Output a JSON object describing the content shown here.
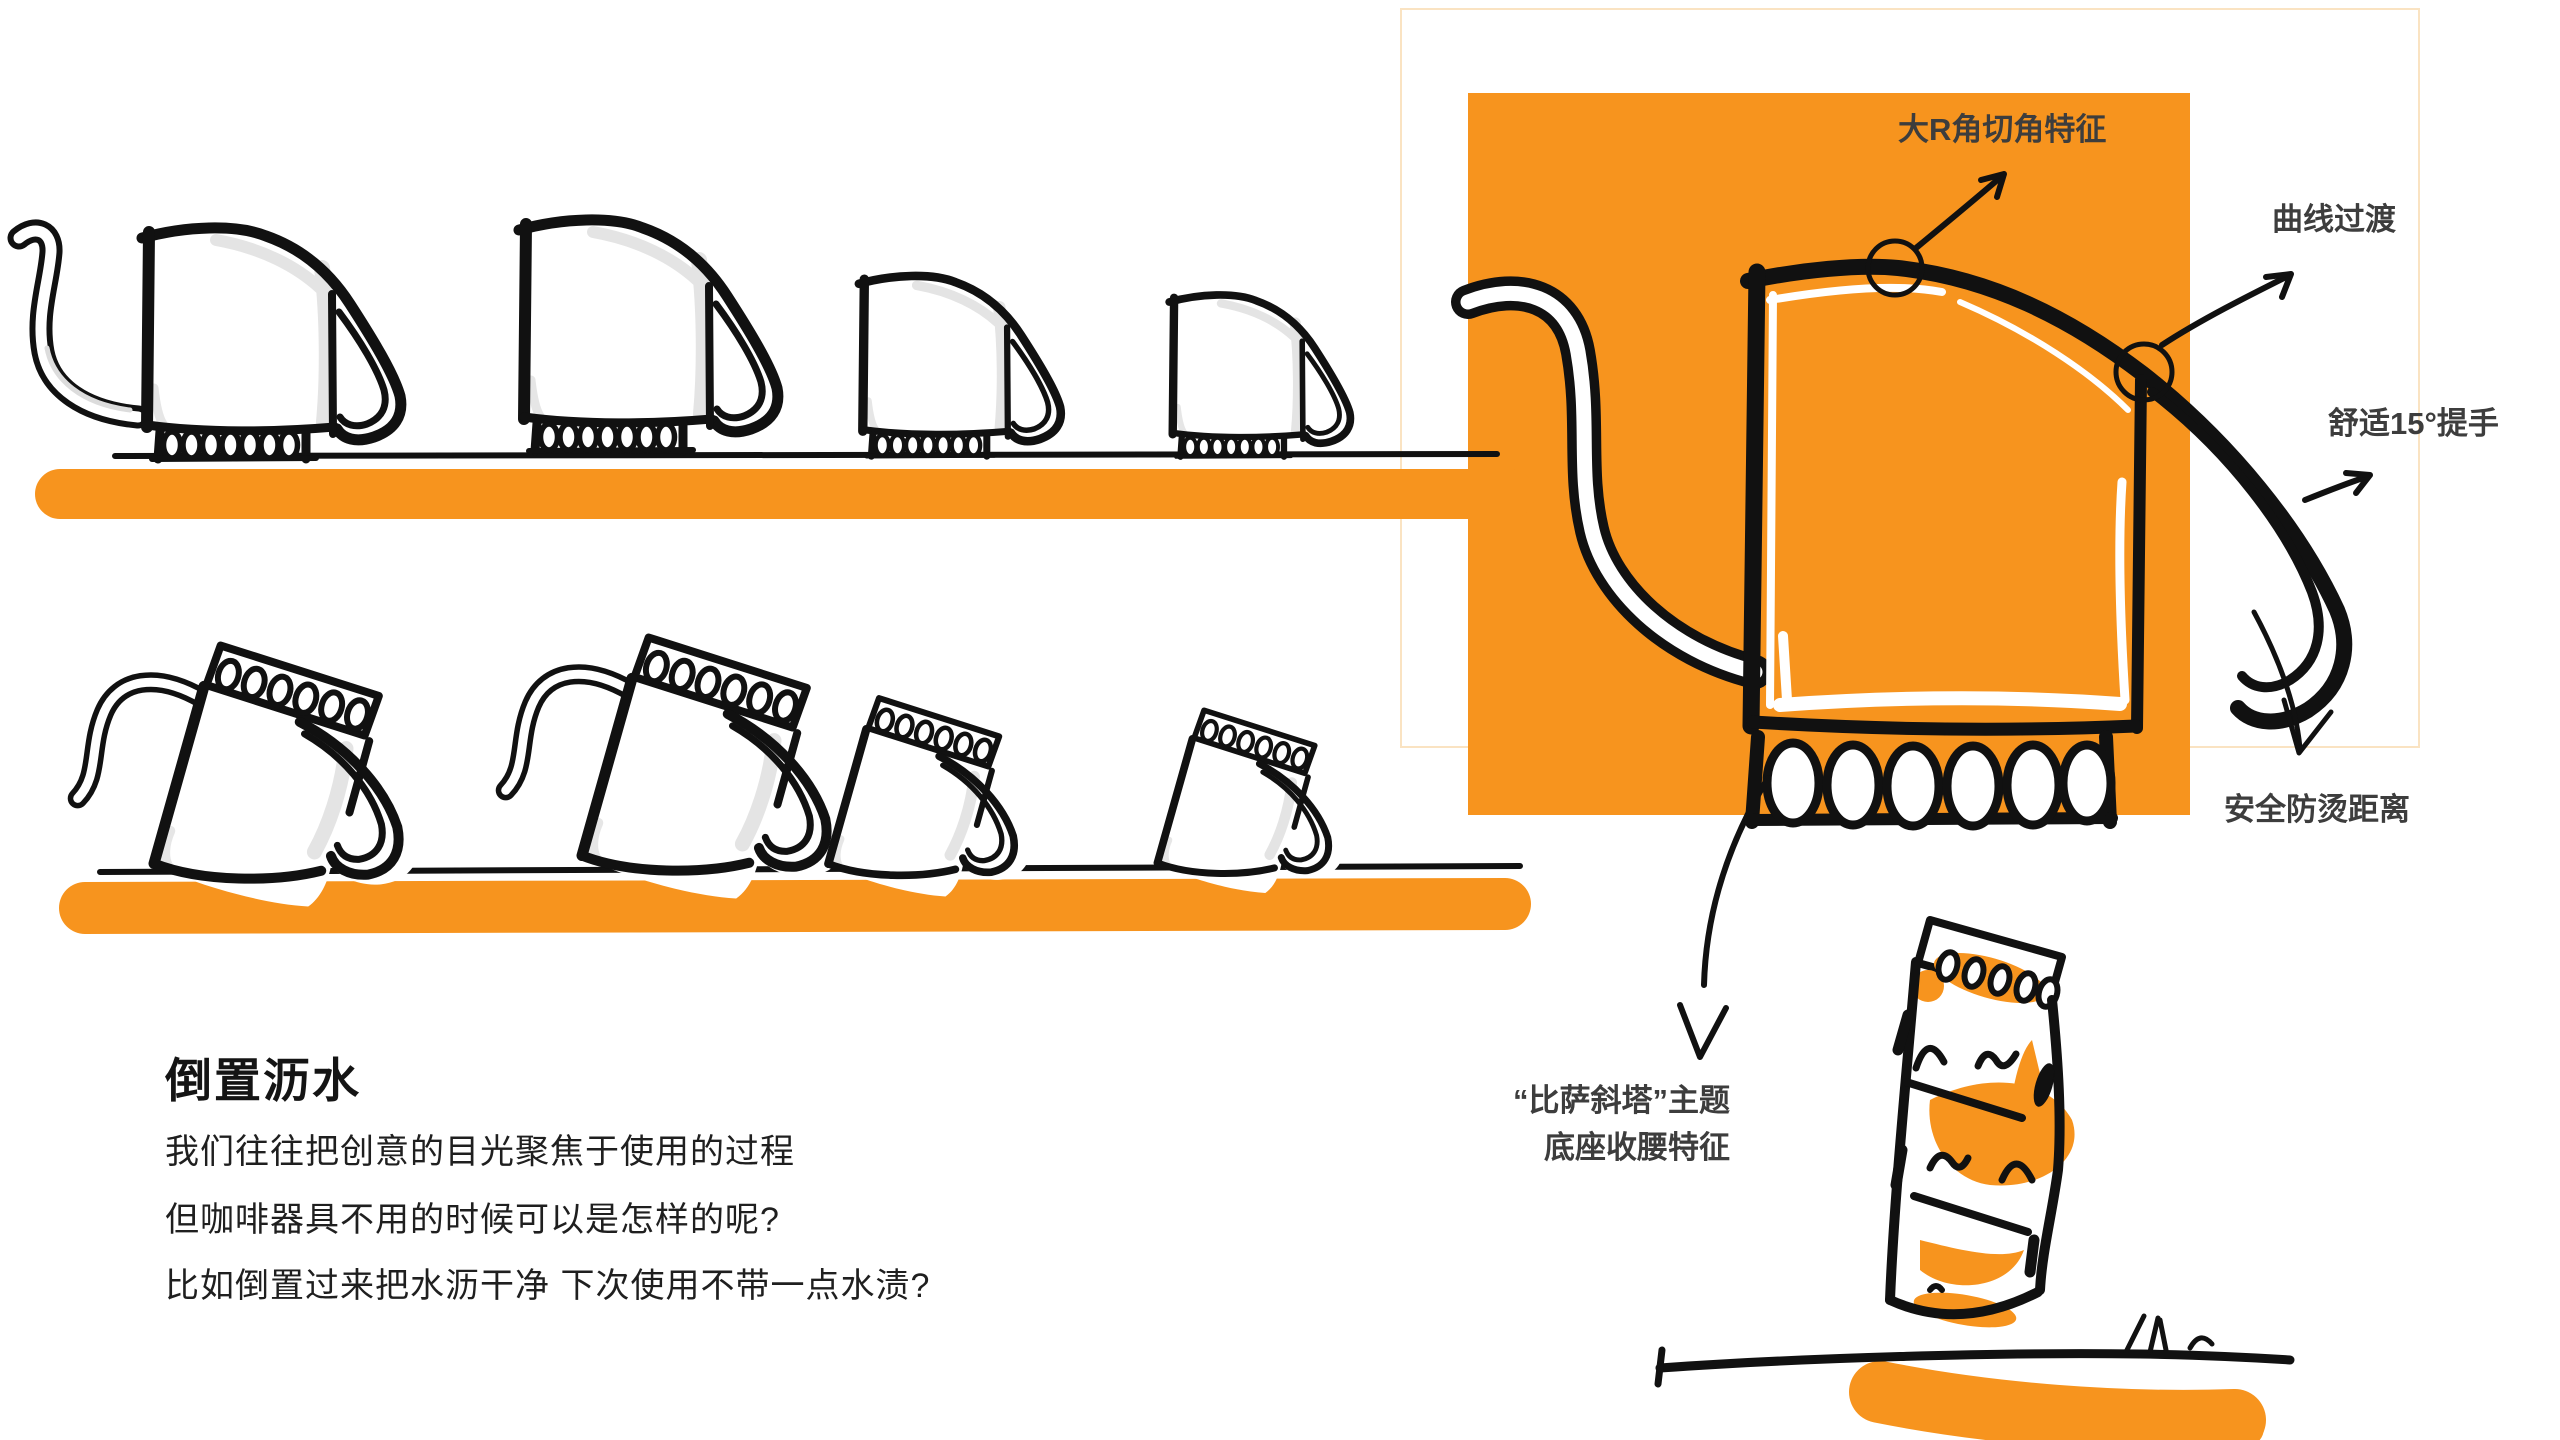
{
  "headline": {
    "title": "倒置沥水",
    "lines": [
      "我们往往把创意的目光聚焦于使用的过程",
      "但咖啡器具不用的时候可以是怎样的呢?",
      "比如倒置过来把水沥干净 下次使用不带一点水渍?"
    ]
  },
  "annotations": {
    "corner_feature": "大R角切角特征",
    "curve_transition": "曲线过渡",
    "handle_angle": "舒适15°提手",
    "safety_distance": "安全防烫距离",
    "pisa_theme_line1": "“比萨斜塔”主题",
    "pisa_theme_line2": "底座收腰特征"
  },
  "figures": {
    "top_row": "upright-kettle-size-series-sketch",
    "bottom_row": "inverted-tilted-kettle-series-sketch",
    "hero": "annotated-kettle-feature-sketch",
    "pisa": "leaning-tower-inverted-kettle-sketch"
  },
  "colors": {
    "accent_orange": "#F7941E",
    "sketch_black": "#111111",
    "shading_gray": "#E4E4E4",
    "annotation_gray": "#3D3D3D",
    "panel_border": "#FAE3C2",
    "background": "#FFFFFF"
  }
}
